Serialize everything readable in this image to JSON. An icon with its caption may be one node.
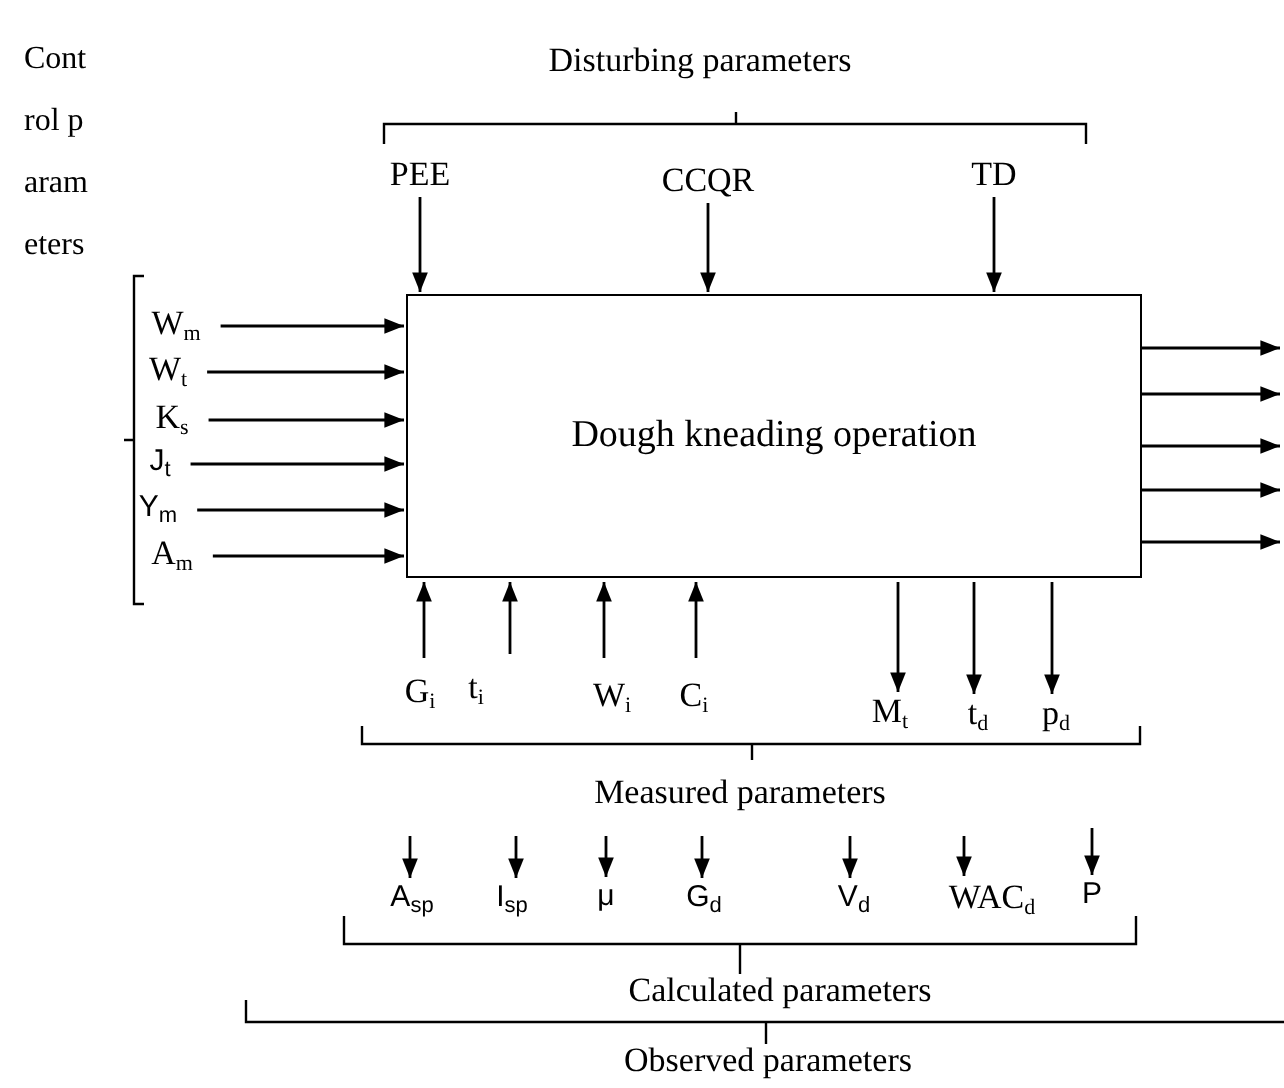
{
  "diagram": {
    "nodes": [
      {
        "text": [
          "Dough kneading operation"
        ]
      },
      {
        "text": [
          "PEE"
        ]
      },
      {
        "text": [
          "CCQR"
        ]
      },
      {
        "text": [
          "TD"
        ]
      },
      {
        "text": [
          "W$_{m}$"
        ]
      },
      {
        "text": [
          "W$_{t}$"
        ]
      },
      {
        "text": [
          "K$_{s}$"
        ]
      },
      {
        "text": [
          "J$_{t}$"
        ]
      },
      {
        "text": [
          "Y$_{m}$"
        ]
      },
      {
        "text": [
          "A$_{m}$"
        ]
      },
      {
        "text": [
          "G$_{i}$"
        ]
      },
      {
        "text": [
          "t$_{i}$"
        ]
      },
      {
        "text": [
          "W$_{i}$"
        ]
      },
      {
        "text": [
          "C$_{i}$"
        ]
      },
      {
        "text": [
          "M$_{t}$"
        ]
      },
      {
        "text": [
          "t$_{d}$"
        ]
      },
      {
        "text": [
          "p$_{d}$"
        ]
      },
      {
        "text": [
          "A$_{sp}$"
        ]
      },
      {
        "text": [
          "I$_{sp}$"
        ]
      },
      {
        "text": [
          "μ"
        ]
      },
      {
        "text": [
          "G$_{d}$"
        ]
      },
      {
        "text": [
          "V$_{d}$"
        ]
      },
      {
        "text": [
          "WAC$_{d}$"
        ]
      },
      {
        "text": [
          "P"
        ]
      }
    ],
    "edges": [
      {
        "from": 1,
        "to": 0,
        "arrow": "to"
      },
      {
        "from": 2,
        "to": 0,
        "arrow": "to"
      },
      {
        "from": 3,
        "to": 0,
        "arrow": "to"
      },
      {
        "from": 4,
        "to": 0,
        "arrow": "to"
      },
      {
        "from": 5,
        "to": 0,
        "arrow": "to"
      },
      {
        "from": 6,
        "to": 0,
        "arrow": "to"
      },
      {
        "from": 7,
        "to": 0,
        "arrow": "to"
      },
      {
        "from": 8,
        "to": 0,
        "arrow": "to"
      },
      {
        "from": 9,
        "to": 0,
        "arrow": "to"
      },
      {
        "from": 0,
        "to": null,
        "arrow": "to"
      },
      {
        "from": 0,
        "to": null,
        "arrow": "to"
      },
      {
        "from": 0,
        "to": null,
        "arrow": "to"
      },
      {
        "from": 0,
        "to": null,
        "arrow": "to"
      },
      {
        "from": 0,
        "to": null,
        "arrow": "to"
      },
      {
        "from": 10,
        "to": 0,
        "arrow": "to"
      },
      {
        "from": 11,
        "to": 0,
        "arrow": "to"
      },
      {
        "from": 12,
        "to": 0,
        "arrow": "to"
      },
      {
        "from": 13,
        "to": 0,
        "arrow": "to"
      },
      {
        "from": 0,
        "to": 14,
        "arrow": "to"
      },
      {
        "from": 0,
        "to": 15,
        "arrow": "to"
      },
      {
        "from": 0,
        "to": 16,
        "arrow": "to"
      },
      {
        "from": null,
        "to": 17,
        "arrow": "to"
      },
      {
        "from": null,
        "to": 18,
        "arrow": "to"
      },
      {
        "from": null,
        "to": 19,
        "arrow": "to"
      },
      {
        "from": null,
        "to": 20,
        "arrow": "to"
      },
      {
        "from": null,
        "to": 21,
        "arrow": "to"
      },
      {
        "from": null,
        "to": 22,
        "arrow": "to"
      },
      {
        "from": null,
        "to": 23,
        "arrow": "to"
      }
    ],
    "labels": [
      "Control parameters",
      "Disturbing parameters",
      "Measured parameters",
      "Calculated parameters",
      "Observed parameters"
    ]
  }
}
